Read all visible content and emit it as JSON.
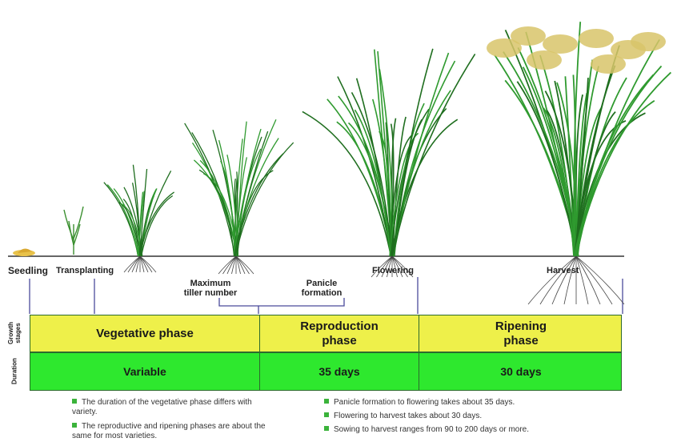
{
  "stages": {
    "seedling": "Seedling",
    "transplanting": "Transplanting",
    "max_tiller": "Maximum\ntiller number",
    "panicle": "Panicle\nformation",
    "flowering": "Flowering",
    "harvest": "Harvest"
  },
  "rows": {
    "growth_label": "Growth\nstages",
    "duration_label": "Duration"
  },
  "phases": [
    {
      "name": "Vegetative phase",
      "duration": "Variable"
    },
    {
      "name": "Reproduction\nphase",
      "duration": "35 days"
    },
    {
      "name": "Ripening\nphase",
      "duration": "30 days"
    }
  ],
  "notes_left": [
    "The duration of the vegetative phase differs with variety.",
    "The reproductive and ripening phases are about the same for most varieties."
  ],
  "notes_right": [
    "Panicle formation to flowering takes about 35 days.",
    "Flowering to harvest takes about 30 days.",
    "Sowing to harvest ranges from 90 to 200 days or more."
  ],
  "colors": {
    "growth_row": "#eef04a",
    "duration_row": "#2ee82e",
    "leaf": "#2f9a2f",
    "leaf_dark": "#1f6e1f",
    "grain": "#d8c46a"
  }
}
